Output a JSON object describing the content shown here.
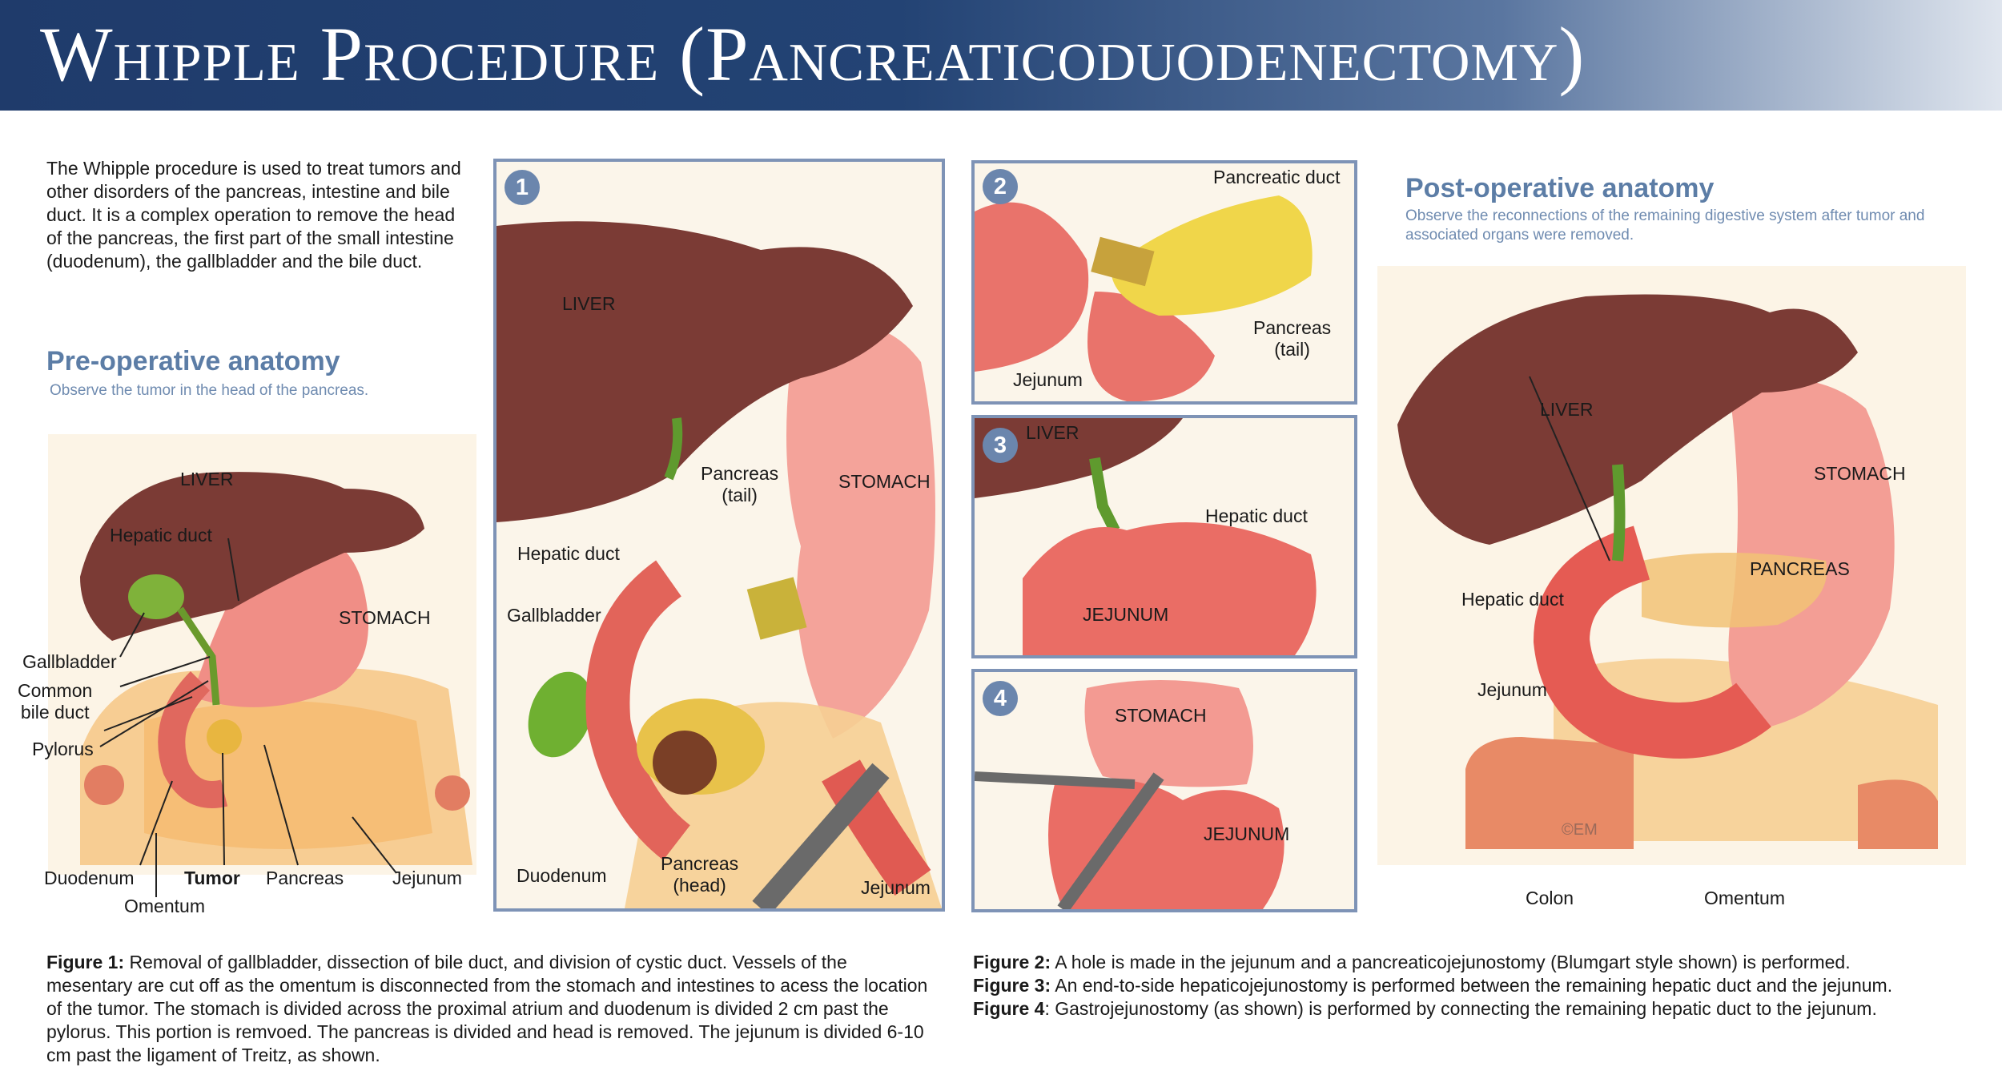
{
  "header": {
    "title": "Whipple Procedure (Pancreaticoduodenectomy)"
  },
  "intro": {
    "text": "The Whipple procedure is used to treat tumors and other disorders of the pancreas, intestine and bile duct. It is a complex operation to remove the head of the pancreas, the first part of the small intestine (duodenum), the gallbladder and the bile duct."
  },
  "preop": {
    "title": "Pre-operative anatomy",
    "subtitle": "Observe the tumor in the head of the pancreas.",
    "labels": {
      "liver": "LIVER",
      "hepatic_duct": "Hepatic duct",
      "stomach": "STOMACH",
      "gallbladder": "Gallbladder",
      "common_bile_duct": "Common\nbile duct",
      "pylorus": "Pylorus",
      "duodenum": "Duodenum",
      "tumor": "Tumor",
      "pancreas": "Pancreas",
      "jejunum": "Jejunum",
      "omentum": "Omentum"
    }
  },
  "fig1": {
    "number": "1",
    "labels": {
      "liver": "LIVER",
      "pancreas_tail": "Pancreas\n(tail)",
      "stomach": "STOMACH",
      "hepatic_duct": "Hepatic duct",
      "gallbladder": "Gallbladder",
      "duodenum": "Duodenum",
      "pancreas_head": "Pancreas\n(head)",
      "jejunum": "Jejunum"
    }
  },
  "fig2": {
    "number": "2",
    "labels": {
      "pancreatic_duct": "Pancreatic duct",
      "pancreas_tail": "Pancreas\n(tail)",
      "jejunum": "Jejunum"
    }
  },
  "fig3": {
    "number": "3",
    "labels": {
      "liver": "LIVER",
      "hepatic_duct": "Hepatic duct",
      "jejunum": "JEJUNUM"
    }
  },
  "fig4": {
    "number": "4",
    "labels": {
      "stomach": "STOMACH",
      "jejunum": "JEJUNUM"
    }
  },
  "postop": {
    "title": "Post-operative anatomy",
    "subtitle": "Observe the reconnections of the remaining digestive system after tumor and associated organs were removed.",
    "labels": {
      "liver": "LIVER",
      "stomach": "STOMACH",
      "pancreas": "PANCREAS",
      "hepatic_duct": "Hepatic duct",
      "jejunum": "Jejunum",
      "colon": "Colon",
      "omentum": "Omentum"
    }
  },
  "captions": {
    "fig1_label": "Figure 1:",
    "fig1_text": " Removal of gallbladder, dissection of bile duct, and division of cystic duct. Vessels of the mesentary are cut off as the omentum is disconnected from the stomach and intestines to acess the location of the tumor. The stomach is divided across the proximal atrium and duodenum is divided 2 cm past the pylorus. This portion is remvoed. The pancreas is divided and head is removed. The jejunum is divided 6-10 cm past the ligament of Treitz, as shown.",
    "fig2_label": "Figure 2:",
    "fig2_text": " A hole is made in the jejunum and a pancreaticojejunostomy (Blumgart style shown) is performed.",
    "fig3_label": "Figure 3:",
    "fig3_text": " An end-to-side hepaticojejunostomy is performed between the remaining hepatic duct and the jejunum.",
    "fig4_label": "Figure 4",
    "fig4_text": ": Gastrojejunostomy (as shown) is performed by connecting the remaining hepatic duct to the jejunum."
  },
  "signature": "©EM"
}
